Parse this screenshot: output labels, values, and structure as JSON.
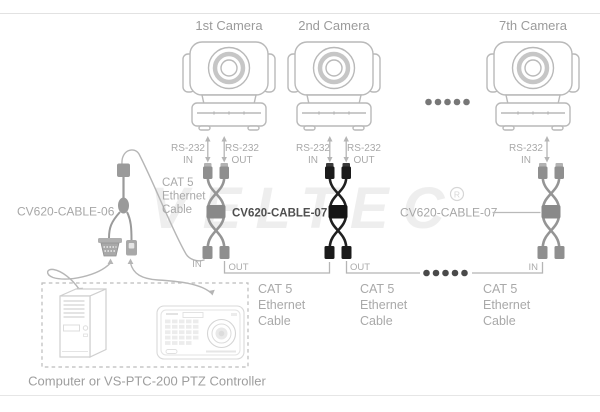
{
  "header": {
    "camera_labels": [
      "1st Camera",
      "2nd Camera",
      "7th Camera"
    ]
  },
  "ports": {
    "rs232": "RS-232",
    "in": "IN",
    "out": "OUT"
  },
  "cables": {
    "cable06_label": "CV620-CABLE-06",
    "cable07_label": "CV620-CABLE-07",
    "cable07_label_right": "CV620-CABLE-07",
    "cat5": {
      "line1": "CAT 5",
      "line2": "Ethernet",
      "line3": "Cable"
    }
  },
  "bottom": {
    "caption": "Computer or  VS-PTC-200 PTZ Controller"
  },
  "watermark": {
    "text": "VELTEC",
    "registered": "R"
  },
  "colors": {
    "line_art": "#bdbdbd",
    "label_gray": "#a7a7a7",
    "highlight_text": "#4f4f4f",
    "cable_gray": "#919191",
    "cable_black": "#1d1d1d"
  }
}
